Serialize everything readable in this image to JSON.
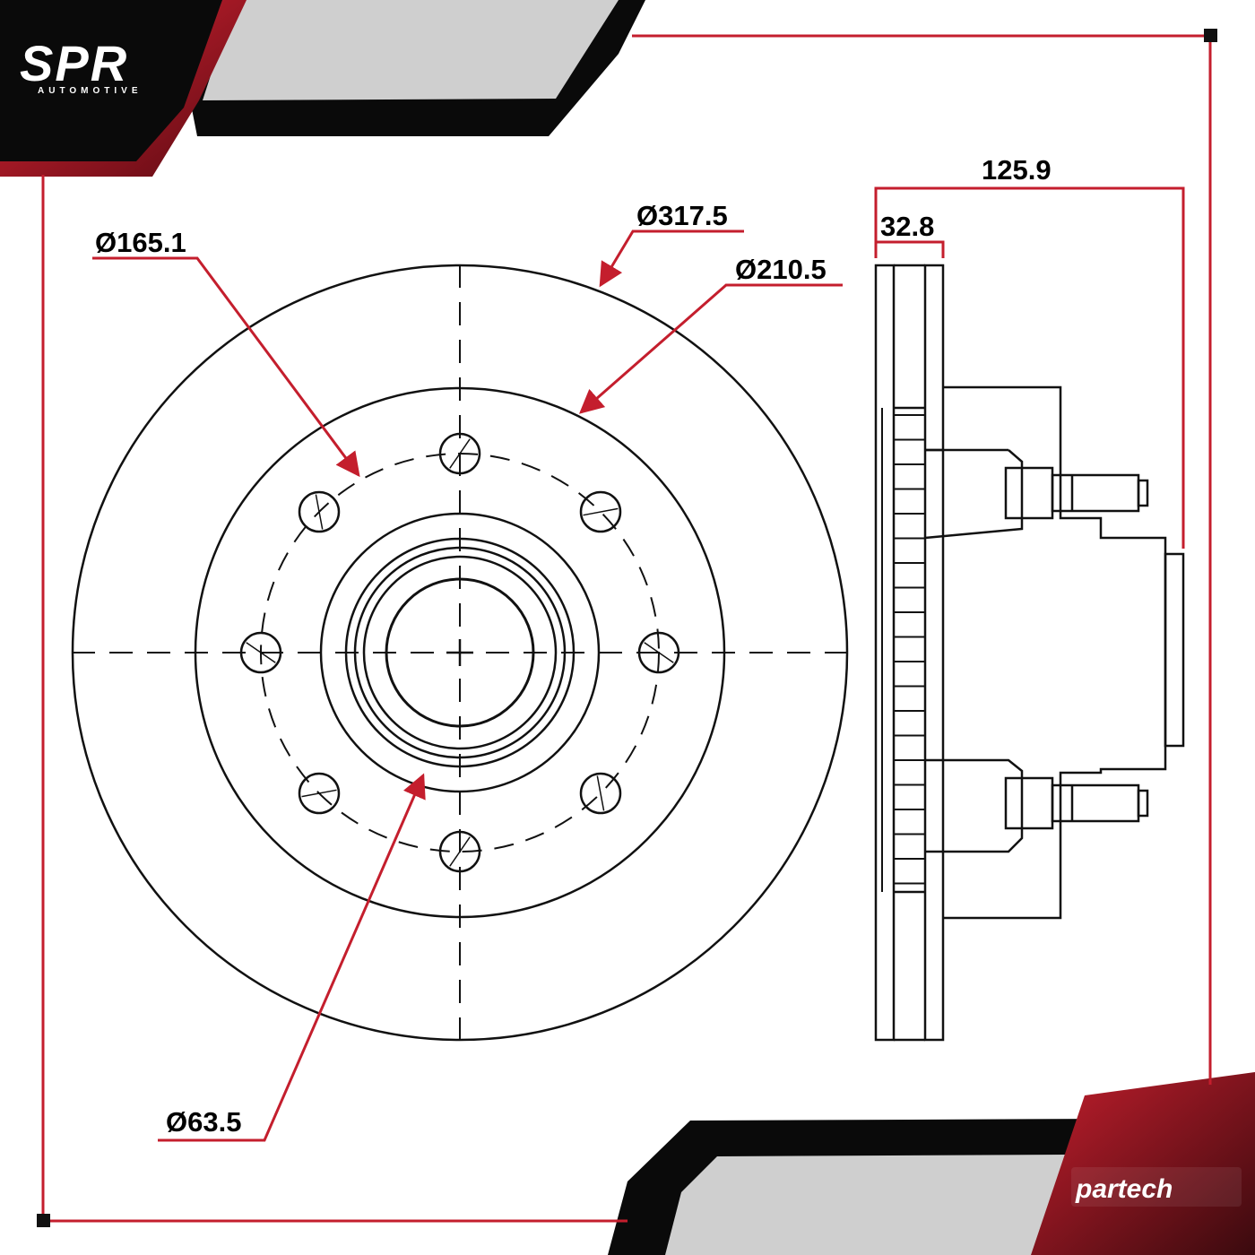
{
  "brand": {
    "logo_text": "SPR",
    "logo_subtext": "AUTOMOTIVE",
    "partner_logo": "partech"
  },
  "dimensions": {
    "outer_diameter": "Ø317.5",
    "bolt_circle_diameter": "Ø165.1",
    "hat_diameter": "Ø210.5",
    "center_bore_diameter": "Ø63.5",
    "overall_height": "125.9",
    "rotor_thickness": "32.8"
  },
  "colors": {
    "accent_red": "#c41e2d",
    "dark_red": "#8a1220",
    "black": "#0a0a0a",
    "grey": "#cfcfcf",
    "line": "#111111"
  }
}
